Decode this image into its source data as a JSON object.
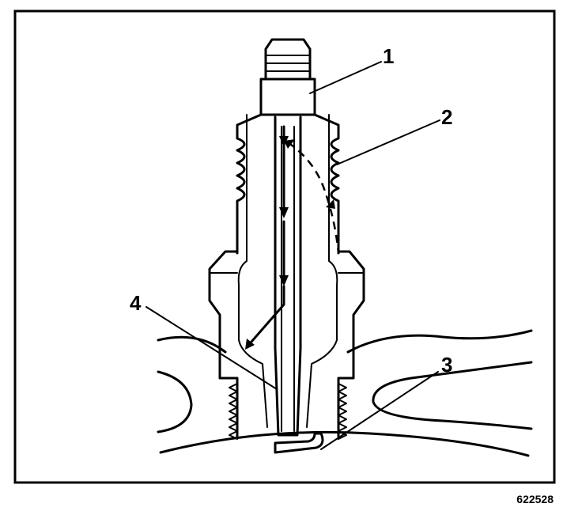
{
  "diagram": {
    "callouts": [
      {
        "id": "1",
        "label": "1"
      },
      {
        "id": "2",
        "label": "2"
      },
      {
        "id": "3",
        "label": "3"
      },
      {
        "id": "4",
        "label": "4"
      }
    ],
    "figure_id": "622528",
    "colors": {
      "ink": "#000000",
      "paper": "#ffffff"
    }
  }
}
